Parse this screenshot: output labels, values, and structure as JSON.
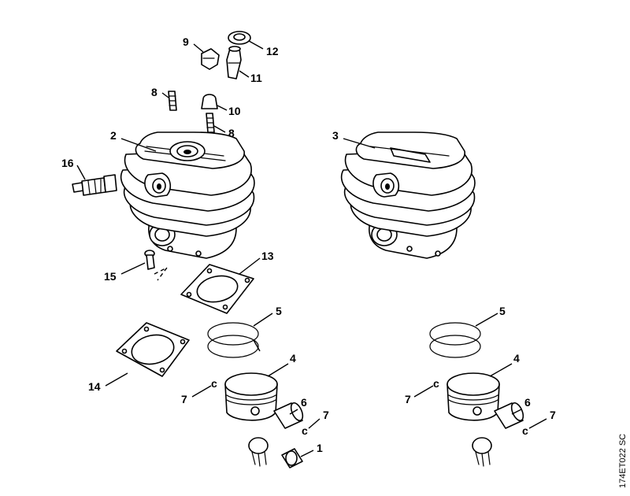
{
  "drawing_ref": "174ET022 SC",
  "callouts": {
    "c1": "1",
    "c2": "2",
    "c3": "3",
    "c4a": "4",
    "c4b": "4",
    "c5a": "5",
    "c5b": "5",
    "c6a": "6",
    "c6b": "6",
    "c7a": "7",
    "c7b": "7",
    "c7c": "7",
    "c7d": "7",
    "c8a": "8",
    "c8b": "8",
    "c9": "9",
    "c10": "10",
    "c11": "11",
    "c12": "12",
    "c13": "13",
    "c14": "14",
    "c15": "15",
    "c16": "16"
  },
  "colors": {
    "line": "#000000",
    "background": "#ffffff"
  }
}
